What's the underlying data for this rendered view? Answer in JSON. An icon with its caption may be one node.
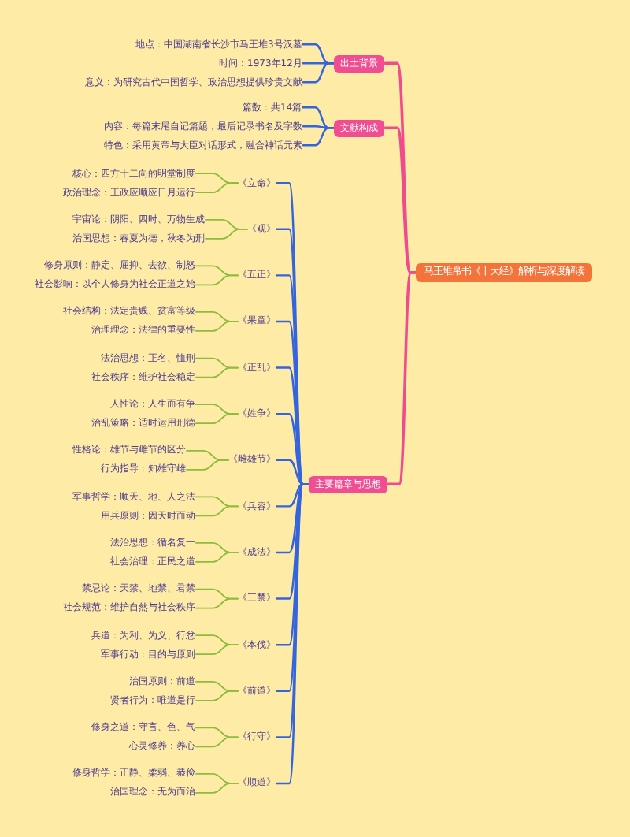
{
  "diagram": {
    "nodes": [
      {
        "text": [
          "马王堆帛书《十大经》解析与深度解读"
        ]
      },
      {
        "text": [
          "出土背景"
        ]
      },
      {
        "text": [
          "地点：中国湖南省长沙市马王堆3号汉墓"
        ]
      },
      {
        "text": [
          "时间：1973年12月"
        ]
      },
      {
        "text": [
          "意义：为研究古代中国哲学、政治思想提供珍贵文献"
        ]
      },
      {
        "text": [
          "文献构成"
        ]
      },
      {
        "text": [
          "篇数：共14篇"
        ]
      },
      {
        "text": [
          "内容：每篇末尾自记篇题，最后记录书名及字数"
        ]
      },
      {
        "text": [
          "特色：采用黄帝与大臣对话形式，融合神话元素"
        ]
      },
      {
        "text": [
          "主要篇章与思想"
        ]
      },
      {
        "text": [
          "《立命》"
        ]
      },
      {
        "text": [
          "核心：四方十二向的明堂制度"
        ]
      },
      {
        "text": [
          "政治理念：王政应顺应日月运行"
        ]
      },
      {
        "text": [
          "《观》"
        ]
      },
      {
        "text": [
          "宇宙论：阴阳、四时、万物生成"
        ]
      },
      {
        "text": [
          "治国思想：春夏为德，秋冬为刑"
        ]
      },
      {
        "text": [
          "《五正》"
        ]
      },
      {
        "text": [
          "修身原则：静定、屈抑、去欲、制怒"
        ]
      },
      {
        "text": [
          "社会影响：以个人修身为社会正道之始"
        ]
      },
      {
        "text": [
          "《果童》"
        ]
      },
      {
        "text": [
          "社会结构：法定贵贱、贫富等级"
        ]
      },
      {
        "text": [
          "治理理念：法律的重要性"
        ]
      },
      {
        "text": [
          "《正乱》"
        ]
      },
      {
        "text": [
          "法治思想：正名、恤刑"
        ]
      },
      {
        "text": [
          "社会秩序：维护社会稳定"
        ]
      },
      {
        "text": [
          "《姓争》"
        ]
      },
      {
        "text": [
          "人性论：人生而有争"
        ]
      },
      {
        "text": [
          "治乱策略：适时运用刑德"
        ]
      },
      {
        "text": [
          "《雌雄节》"
        ]
      },
      {
        "text": [
          "性格论：雄节与雌节的区分"
        ]
      },
      {
        "text": [
          "行为指导：知雄守雌"
        ]
      },
      {
        "text": [
          "《兵容》"
        ]
      },
      {
        "text": [
          "军事哲学：顺天、地、人之法"
        ]
      },
      {
        "text": [
          "用兵原则：因天时而动"
        ]
      },
      {
        "text": [
          "《成法》"
        ]
      },
      {
        "text": [
          "法治思想：循名复一"
        ]
      },
      {
        "text": [
          "社会治理：正民之道"
        ]
      },
      {
        "text": [
          "《三禁》"
        ]
      },
      {
        "text": [
          "禁忌论：天禁、地禁、君禁"
        ]
      },
      {
        "text": [
          "社会规范：维护自然与社会秩序"
        ]
      },
      {
        "text": [
          "《本伐》"
        ]
      },
      {
        "text": [
          "兵道：为利、为义、行忿"
        ]
      },
      {
        "text": [
          "军事行动：目的与原则"
        ]
      },
      {
        "text": [
          "《前道》"
        ]
      },
      {
        "text": [
          "治国原则：前道"
        ]
      },
      {
        "text": [
          "贤者行为：唯道是行"
        ]
      },
      {
        "text": [
          "《行守》"
        ]
      },
      {
        "text": [
          "修身之道：守言、色、气"
        ]
      },
      {
        "text": [
          "心灵修养：养心"
        ]
      },
      {
        "text": [
          "《顺道》"
        ]
      },
      {
        "text": [
          "修身哲学：正静、柔弱、恭俭"
        ]
      },
      {
        "text": [
          "治国理念：无为而治"
        ]
      }
    ],
    "edges": [
      {
        "from": 0,
        "to": 1,
        "arrow": "none",
        "color": "#ef4b8f"
      },
      {
        "from": 1,
        "to": 2,
        "arrow": "none",
        "color": "#3565dd"
      },
      {
        "from": 1,
        "to": 3,
        "arrow": "none",
        "color": "#3565dd"
      },
      {
        "from": 1,
        "to": 4,
        "arrow": "none",
        "color": "#3565dd"
      },
      {
        "from": 0,
        "to": 5,
        "arrow": "none",
        "color": "#ef4b8f"
      },
      {
        "from": 5,
        "to": 6,
        "arrow": "none",
        "color": "#3565dd"
      },
      {
        "from": 5,
        "to": 7,
        "arrow": "none",
        "color": "#3565dd"
      },
      {
        "from": 5,
        "to": 8,
        "arrow": "none",
        "color": "#3565dd"
      },
      {
        "from": 0,
        "to": 9,
        "arrow": "none",
        "color": "#ef4b8f"
      },
      {
        "from": 9,
        "to": 10,
        "arrow": "none",
        "color": "#3565dd"
      },
      {
        "from": 10,
        "to": 11,
        "arrow": "none"
      },
      {
        "from": 10,
        "to": 12,
        "arrow": "none"
      },
      {
        "from": 9,
        "to": 13,
        "arrow": "none",
        "color": "#3565dd"
      },
      {
        "from": 13,
        "to": 14,
        "arrow": "none"
      },
      {
        "from": 13,
        "to": 15,
        "arrow": "none"
      },
      {
        "from": 9,
        "to": 16,
        "arrow": "none",
        "color": "#3565dd"
      },
      {
        "from": 16,
        "to": 17,
        "arrow": "none"
      },
      {
        "from": 16,
        "to": 18,
        "arrow": "none"
      },
      {
        "from": 9,
        "to": 19,
        "arrow": "none",
        "color": "#3565dd"
      },
      {
        "from": 19,
        "to": 20,
        "arrow": "none"
      },
      {
        "from": 19,
        "to": 21,
        "arrow": "none"
      },
      {
        "from": 9,
        "to": 22,
        "arrow": "none",
        "color": "#3565dd"
      },
      {
        "from": 22,
        "to": 23,
        "arrow": "none"
      },
      {
        "from": 22,
        "to": 24,
        "arrow": "none"
      },
      {
        "from": 9,
        "to": 25,
        "arrow": "none",
        "color": "#3565dd"
      },
      {
        "from": 25,
        "to": 26,
        "arrow": "none"
      },
      {
        "from": 25,
        "to": 27,
        "arrow": "none"
      },
      {
        "from": 9,
        "to": 28,
        "arrow": "none",
        "color": "#3565dd"
      },
      {
        "from": 28,
        "to": 29,
        "arrow": "none"
      },
      {
        "from": 28,
        "to": 30,
        "arrow": "none"
      },
      {
        "from": 9,
        "to": 31,
        "arrow": "none",
        "color": "#3565dd"
      },
      {
        "from": 31,
        "to": 32,
        "arrow": "none"
      },
      {
        "from": 31,
        "to": 33,
        "arrow": "none"
      },
      {
        "from": 9,
        "to": 34,
        "arrow": "none",
        "color": "#3565dd"
      },
      {
        "from": 34,
        "to": 35,
        "arrow": "none"
      },
      {
        "from": 34,
        "to": 36,
        "arrow": "none"
      },
      {
        "from": 9,
        "to": 37,
        "arrow": "none",
        "color": "#3565dd"
      },
      {
        "from": 37,
        "to": 38,
        "arrow": "none"
      },
      {
        "from": 37,
        "to": 39,
        "arrow": "none"
      },
      {
        "from": 9,
        "to": 40,
        "arrow": "none",
        "color": "#3565dd"
      },
      {
        "from": 40,
        "to": 41,
        "arrow": "none"
      },
      {
        "from": 40,
        "to": 42,
        "arrow": "none"
      },
      {
        "from": 9,
        "to": 43,
        "arrow": "none",
        "color": "#3565dd"
      },
      {
        "from": 43,
        "to": 44,
        "arrow": "none"
      },
      {
        "from": 43,
        "to": 45,
        "arrow": "none"
      },
      {
        "from": 9,
        "to": 46,
        "arrow": "none",
        "color": "#3565dd"
      },
      {
        "from": 46,
        "to": 47,
        "arrow": "none"
      },
      {
        "from": 46,
        "to": 48,
        "arrow": "none"
      },
      {
        "from": 9,
        "to": 49,
        "arrow": "none",
        "color": "#3565dd"
      },
      {
        "from": 49,
        "to": 50,
        "arrow": "none"
      },
      {
        "from": 49,
        "to": 51,
        "arrow": "none"
      }
    ]
  }
}
